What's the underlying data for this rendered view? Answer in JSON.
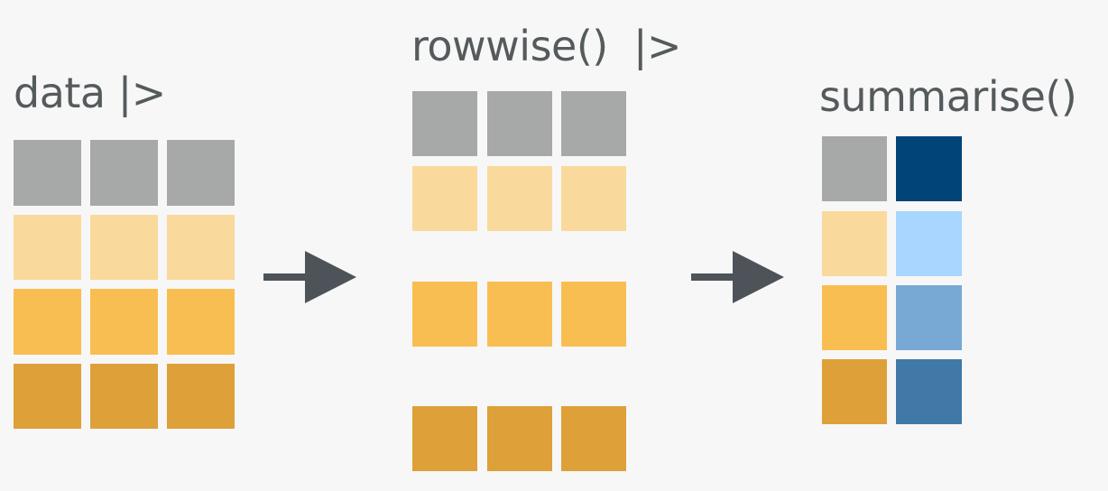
{
  "labels": {
    "data": "data |>",
    "rowwise": "rowwise()  |>",
    "summarise": "summarise()"
  },
  "colors": {
    "header": "#a6a9a8",
    "row1": "#fad99c",
    "row2": "#f9be52",
    "row3": "#dea038",
    "result_header": "#004478",
    "result_row1": "#a9d6fe",
    "result_row2": "#77a9d4",
    "result_row3": "#4079a8",
    "arrow": "#4d5359",
    "text": "#555a5c"
  }
}
